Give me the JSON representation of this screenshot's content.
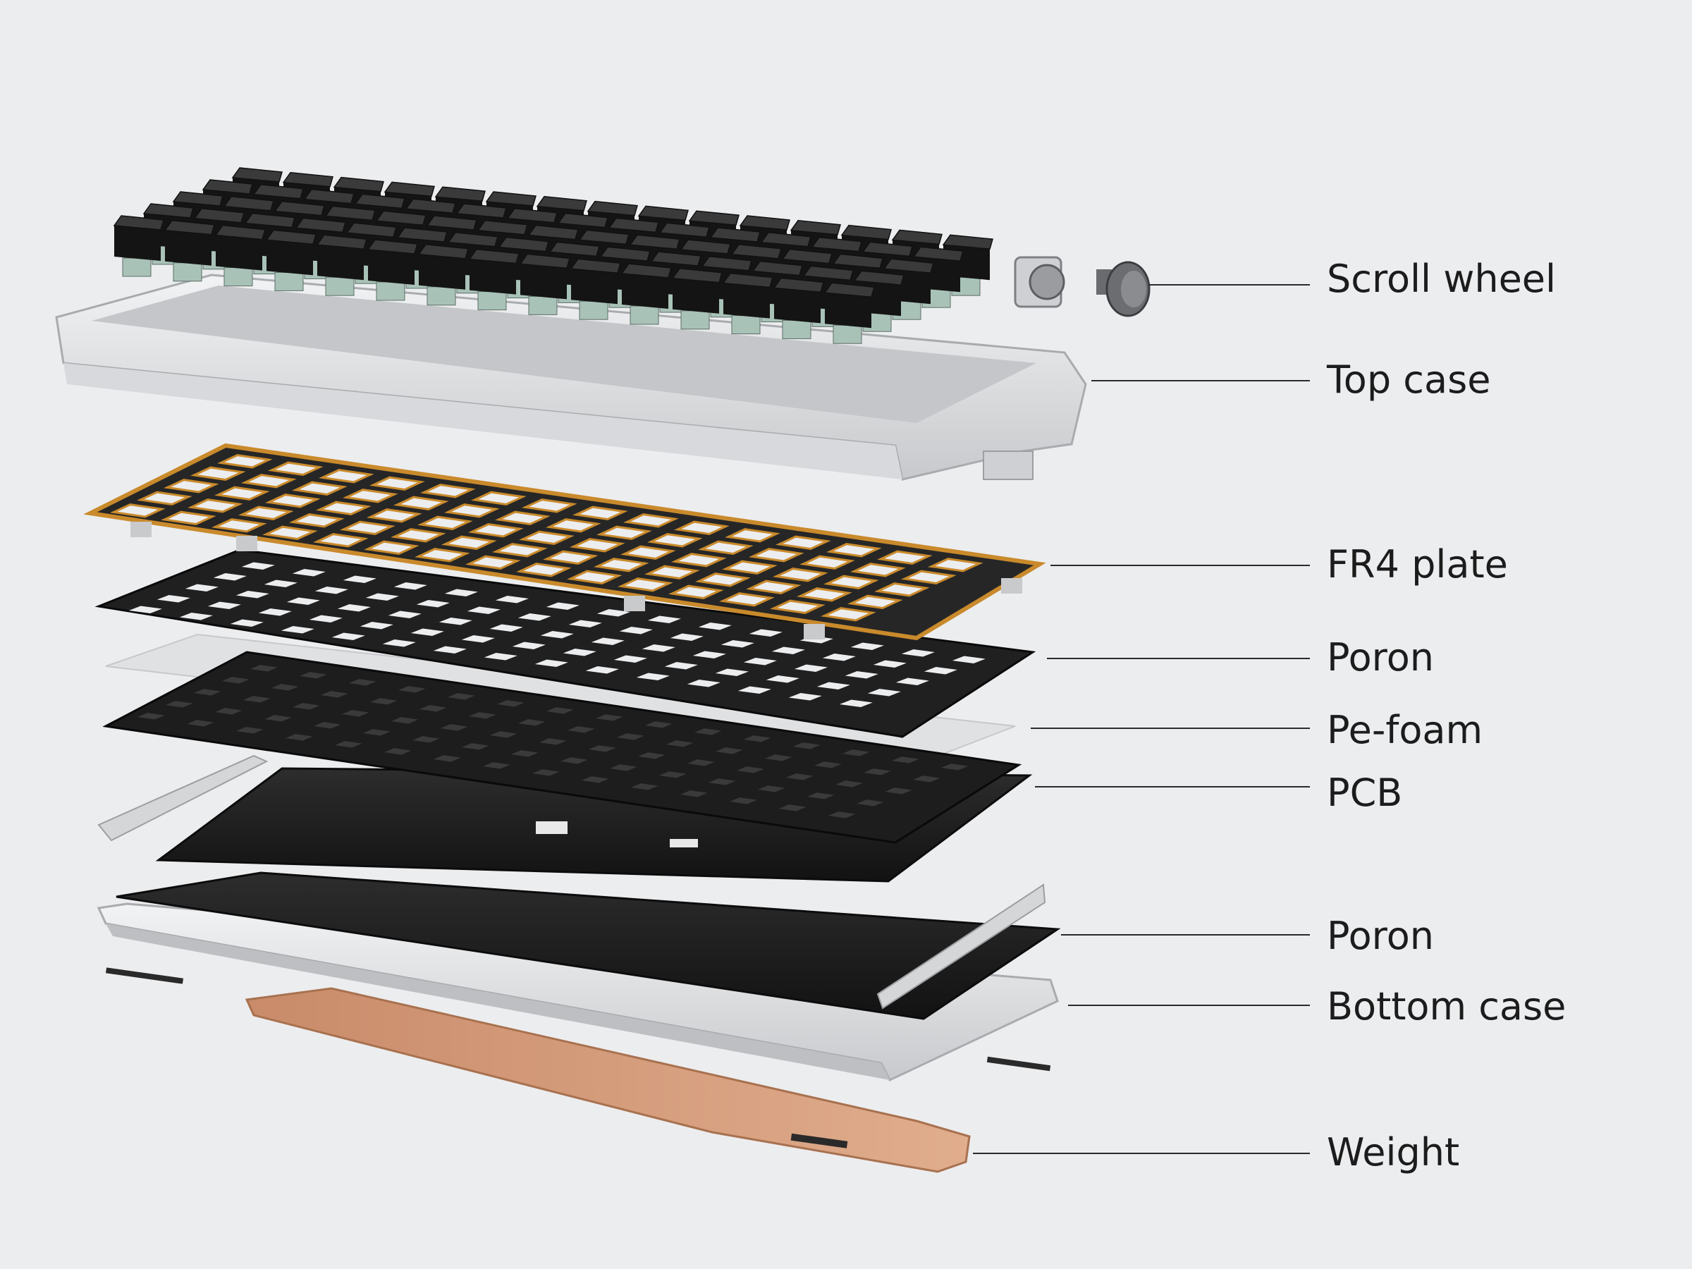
{
  "diagram": {
    "subject": "exploded view of mechanical keyboard",
    "colors": {
      "background": "#ecedef",
      "keycap": "#262626",
      "aluminium": "#d9dadc",
      "fr4_plate": "#232323",
      "fr4_gold": "#c98a2c",
      "black_layer": "#1e1e1e",
      "weight": "#d49a78",
      "label_text": "#1c1c1c"
    },
    "labels": {
      "scroll_wheel": "Scroll wheel",
      "top_case": "Top case",
      "fr4_plate": "FR4 plate",
      "poron_top": "Poron",
      "pe_foam": "Pe-foam",
      "pcb": "PCB",
      "poron_bottom": "Poron",
      "bottom_case": "Bottom case",
      "weight": "Weight"
    }
  }
}
